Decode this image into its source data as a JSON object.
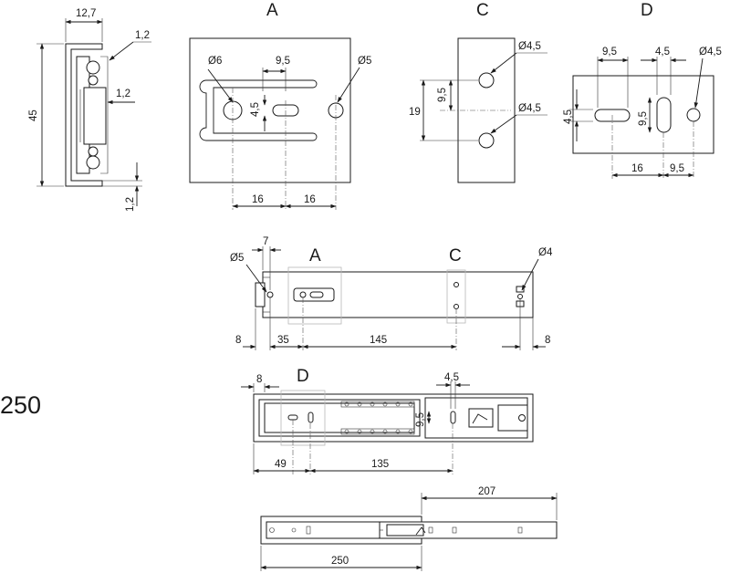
{
  "labels": {
    "A": "A",
    "C": "C",
    "D": "D",
    "length_250": "250"
  },
  "profile": {
    "width": "12,7",
    "height": "45",
    "gap_top": "1,2",
    "gap_mid": "1,2",
    "gap_bottom": "1,2"
  },
  "detail_a": {
    "hole_large": "Ø6",
    "slot_pitch": "9,5",
    "hole_right": "Ø5",
    "slot_height": "4,5",
    "spacing_left": "16",
    "spacing_right": "16"
  },
  "detail_c": {
    "hole_top": "Ø4,5",
    "hole_bottom": "Ø4,5",
    "pitch": "9,5",
    "height": "19"
  },
  "detail_d": {
    "left_width": "9,5",
    "mid_width": "4,5",
    "hole": "Ø4,5",
    "height": "4,5",
    "slot_height": "9,5",
    "bottom_spacing": "16",
    "bottom_right": "9,5"
  },
  "side_view": {
    "hole_left": "Ø5",
    "offset_top": "7",
    "hole_right": "Ø4",
    "left_end": "8",
    "first_spacing": "35",
    "main_spacing": "145",
    "right_end": "8"
  },
  "inner_view": {
    "left_end": "8",
    "slot_width": "4,5",
    "slot_height": "9,5",
    "first_spacing": "49",
    "main_spacing": "135"
  },
  "extended_view": {
    "extension": "207",
    "closed_length": "250"
  }
}
